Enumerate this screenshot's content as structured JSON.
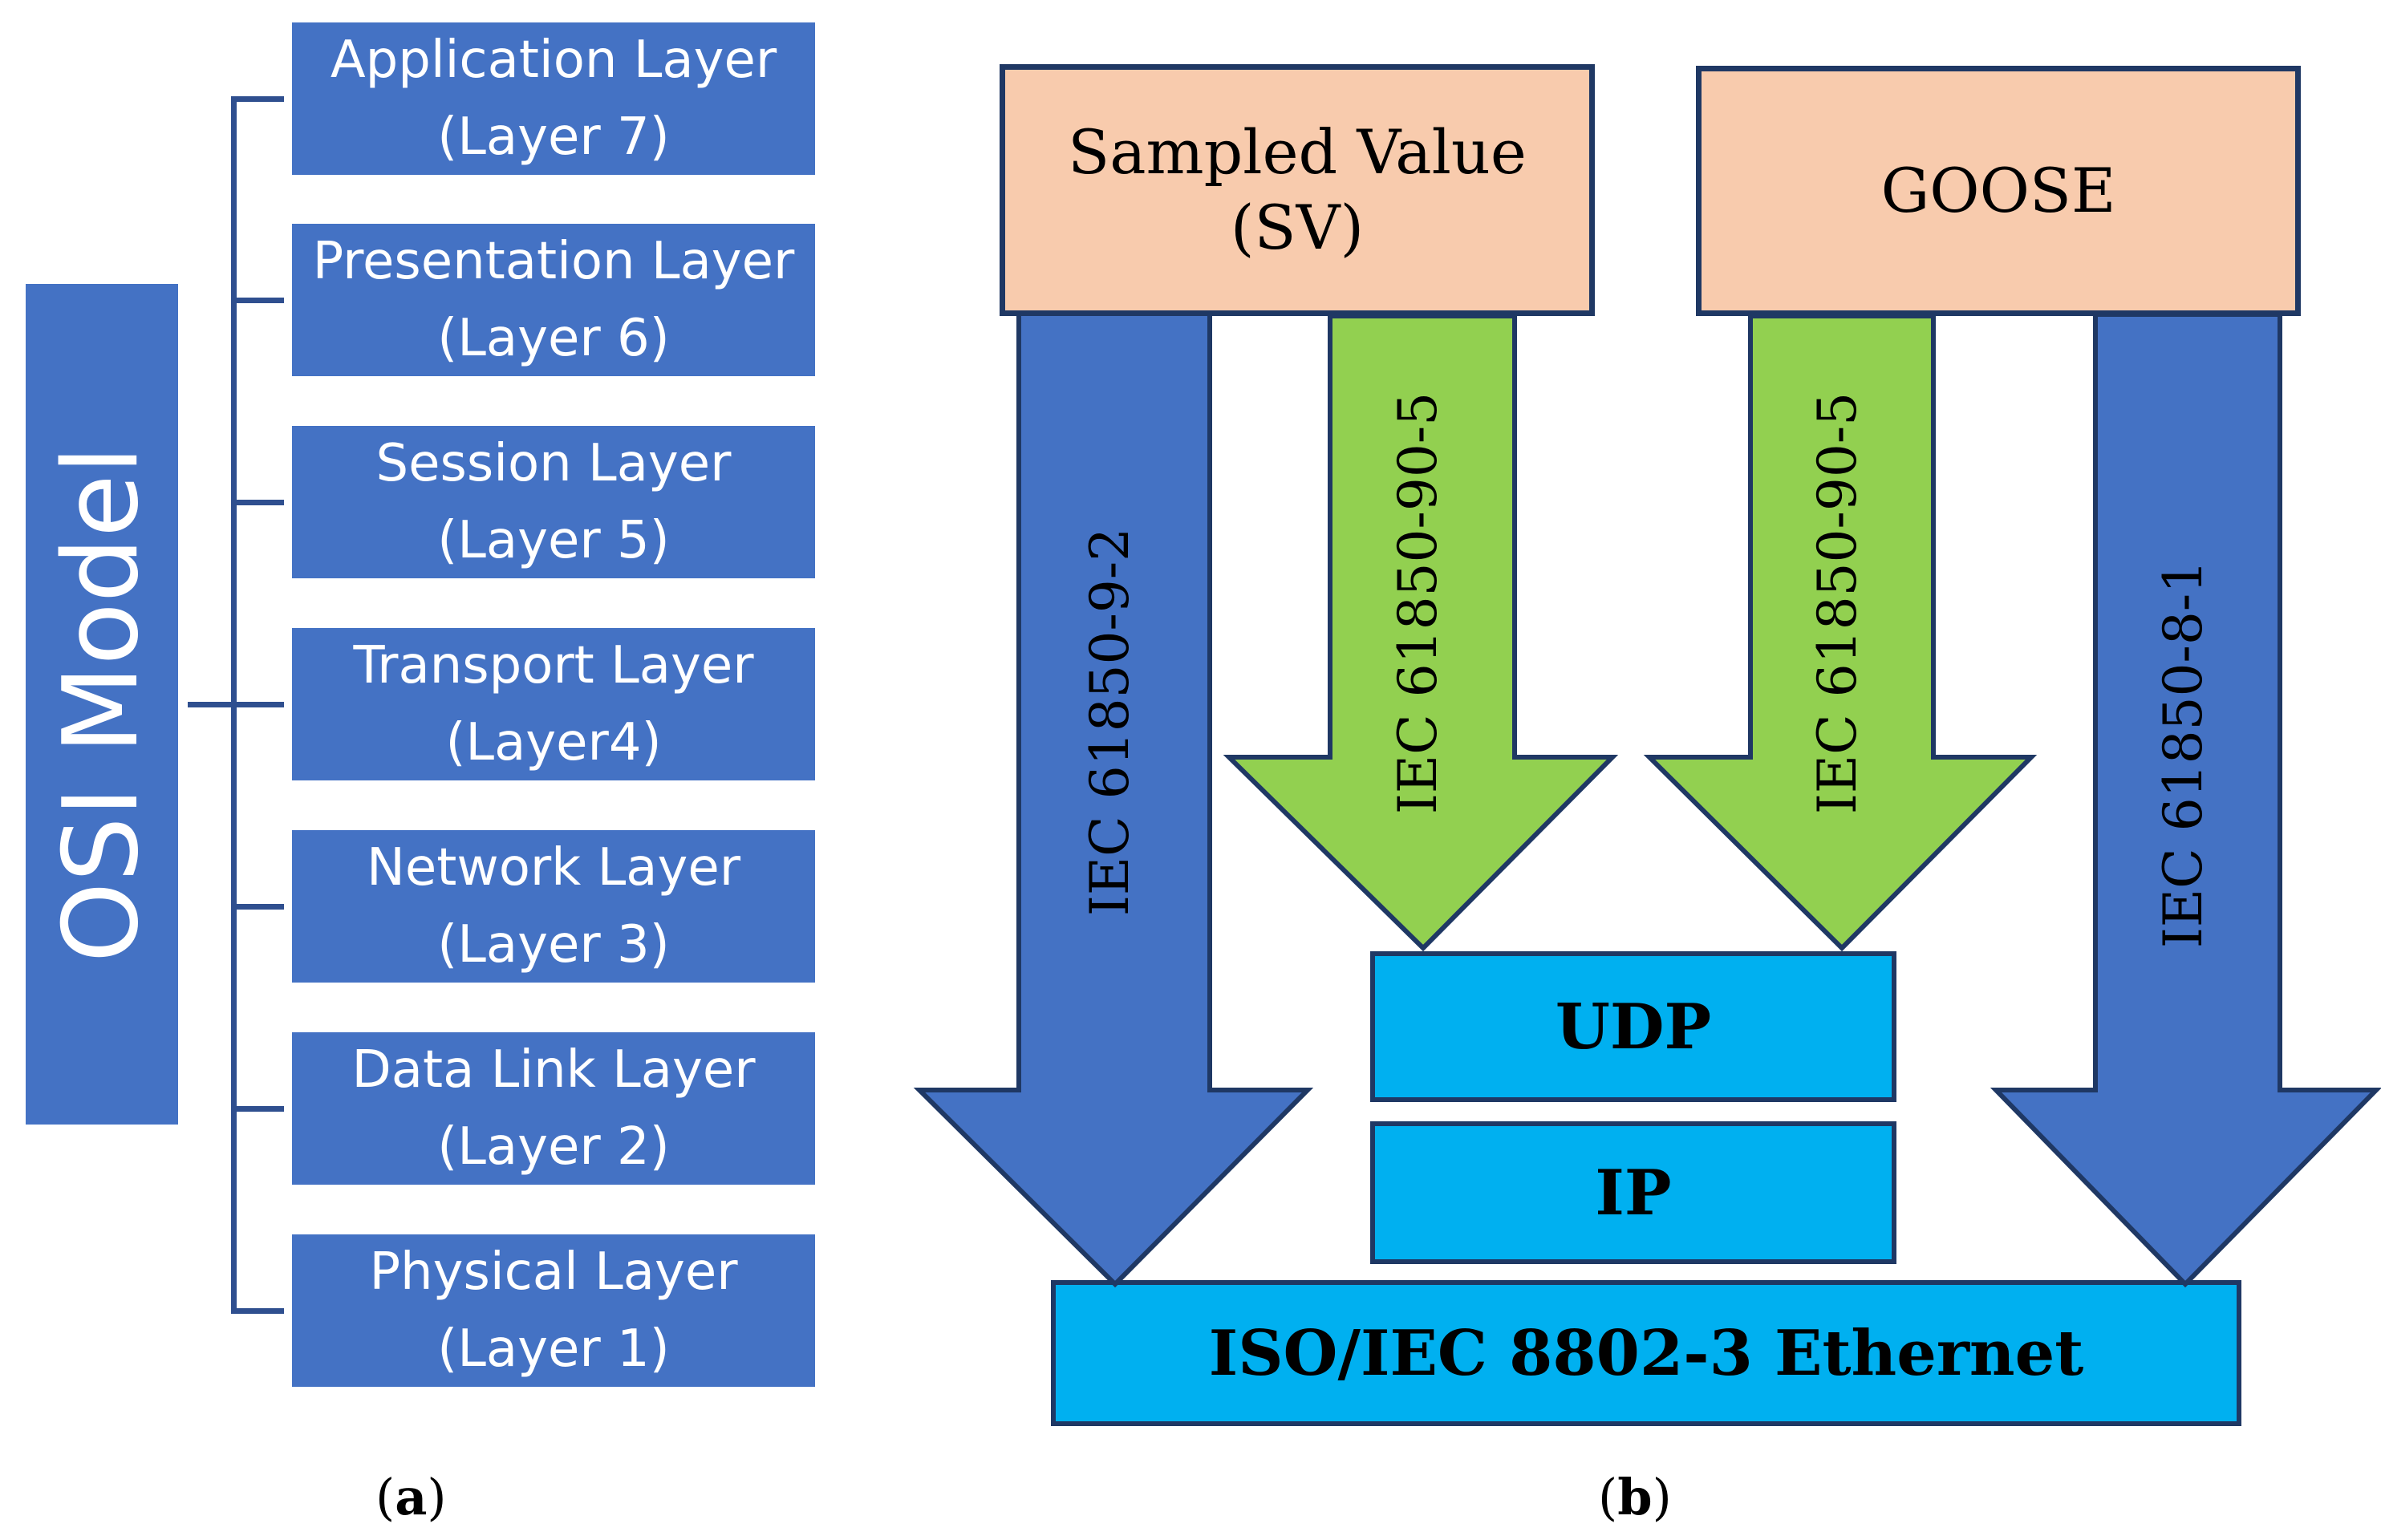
{
  "panel_a": {
    "title": "OSI Model",
    "layers": [
      {
        "name": "Application Layer",
        "number": "(Layer 7)"
      },
      {
        "name": "Presentation Layer",
        "number": "(Layer 6)"
      },
      {
        "name": "Session Layer",
        "number": "(Layer 5)"
      },
      {
        "name": "Transport Layer",
        "number": "(Layer4)"
      },
      {
        "name": "Network Layer",
        "number": "(Layer 3)"
      },
      {
        "name": "Data Link Layer",
        "number": "(Layer 2)"
      },
      {
        "name": "Physical Layer",
        "number": "(Layer 1)"
      }
    ],
    "caption_open": "(",
    "caption_letter": "a",
    "caption_close": ")"
  },
  "panel_b": {
    "sv_box": {
      "line1": "Sampled Value",
      "line2": "(SV)"
    },
    "goose_box": {
      "label": "GOOSE"
    },
    "udp": "UDP",
    "ip": "IP",
    "ethernet": "ISO/IEC 8802-3 Ethernet",
    "arrow_sv_direct": "IEC 61850-9-2",
    "arrow_sv_routed": "IEC 61850-90-5",
    "arrow_goose_routed": "IEC 61850-90-5",
    "arrow_goose_direct": "IEC 61850-8-1",
    "caption_open": "(",
    "caption_letter": "b",
    "caption_close": ")"
  },
  "colors": {
    "layer_blue": "#4472c4",
    "arrow_blue": "#4472c4",
    "arrow_green": "#92d050",
    "stack_cyan": "#00b0f0",
    "protocol_peach": "#f8cbad",
    "outline_navy": "#1f3864"
  }
}
